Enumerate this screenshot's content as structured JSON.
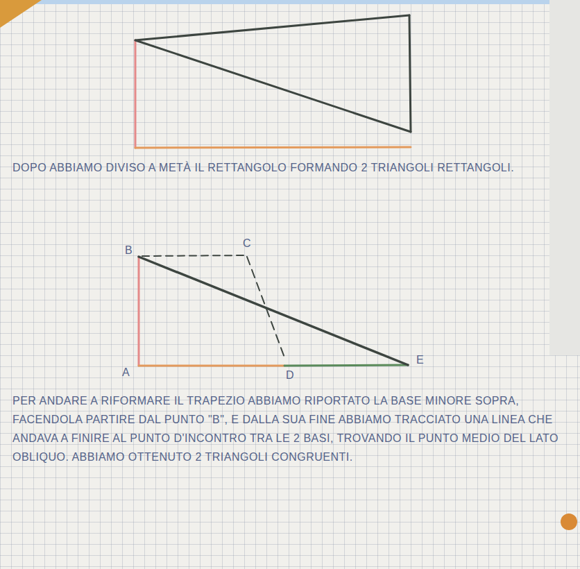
{
  "diagram": {
    "labels": [
      "DOPO ABBIAMO DIVISO A METÀ IL RETTANGOLO FORMANDO 2 TRIANGOLI RETTANGOLI.",
      "B",
      "C",
      "A",
      "D",
      "E",
      "PER ANDARE A RIFORMARE IL TRAPEZIO ABBIAMO RIPORTATO LA BASE MINORE SOPRA, FACENDOLA PARTIRE DAL PUNTO \"B\", E DALLA SUA FINE ABBIAMO TRACCIATO UNA LINEA CHE ANDAVA A FINIRE AL PUNTO D'INCONTRO TRA LE 2 BASI, TROVANDO IL PUNTO MEDIO DEL LATO OBLIQUO. ABBIAMO OTTENUTO 2 TRIANGOLI CONGRUENTI."
    ]
  }
}
